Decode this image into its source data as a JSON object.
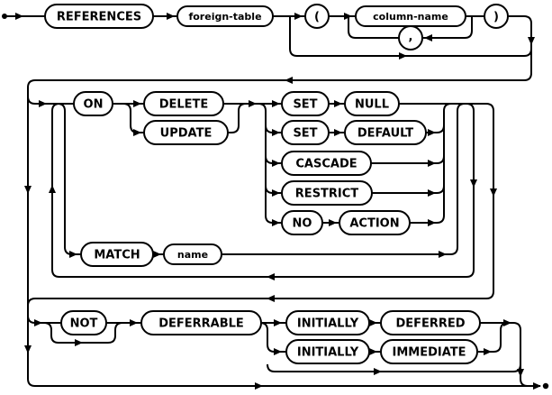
{
  "diagram": {
    "kind": "railroad-syntax-diagram",
    "colors": {
      "line": "#000000",
      "node_fill": "#ffffff",
      "text": "#000000",
      "background": "#ffffff"
    },
    "nodes": {
      "references": "REFERENCES",
      "foreign_table": "foreign-table",
      "lparen": "(",
      "column_name": "column-name",
      "comma": ",",
      "rparen": ")",
      "on": "ON",
      "delete": "DELETE",
      "update": "UPDATE",
      "set_a": "SET",
      "null": "NULL",
      "set_b": "SET",
      "default": "DEFAULT",
      "cascade": "CASCADE",
      "restrict": "RESTRICT",
      "no": "NO",
      "action": "ACTION",
      "match": "MATCH",
      "name": "name",
      "not": "NOT",
      "deferrable": "DEFERRABLE",
      "initially_a": "INITIALLY",
      "deferred": "DEFERRED",
      "initially_b": "INITIALLY",
      "immediate": "IMMEDIATE"
    }
  }
}
